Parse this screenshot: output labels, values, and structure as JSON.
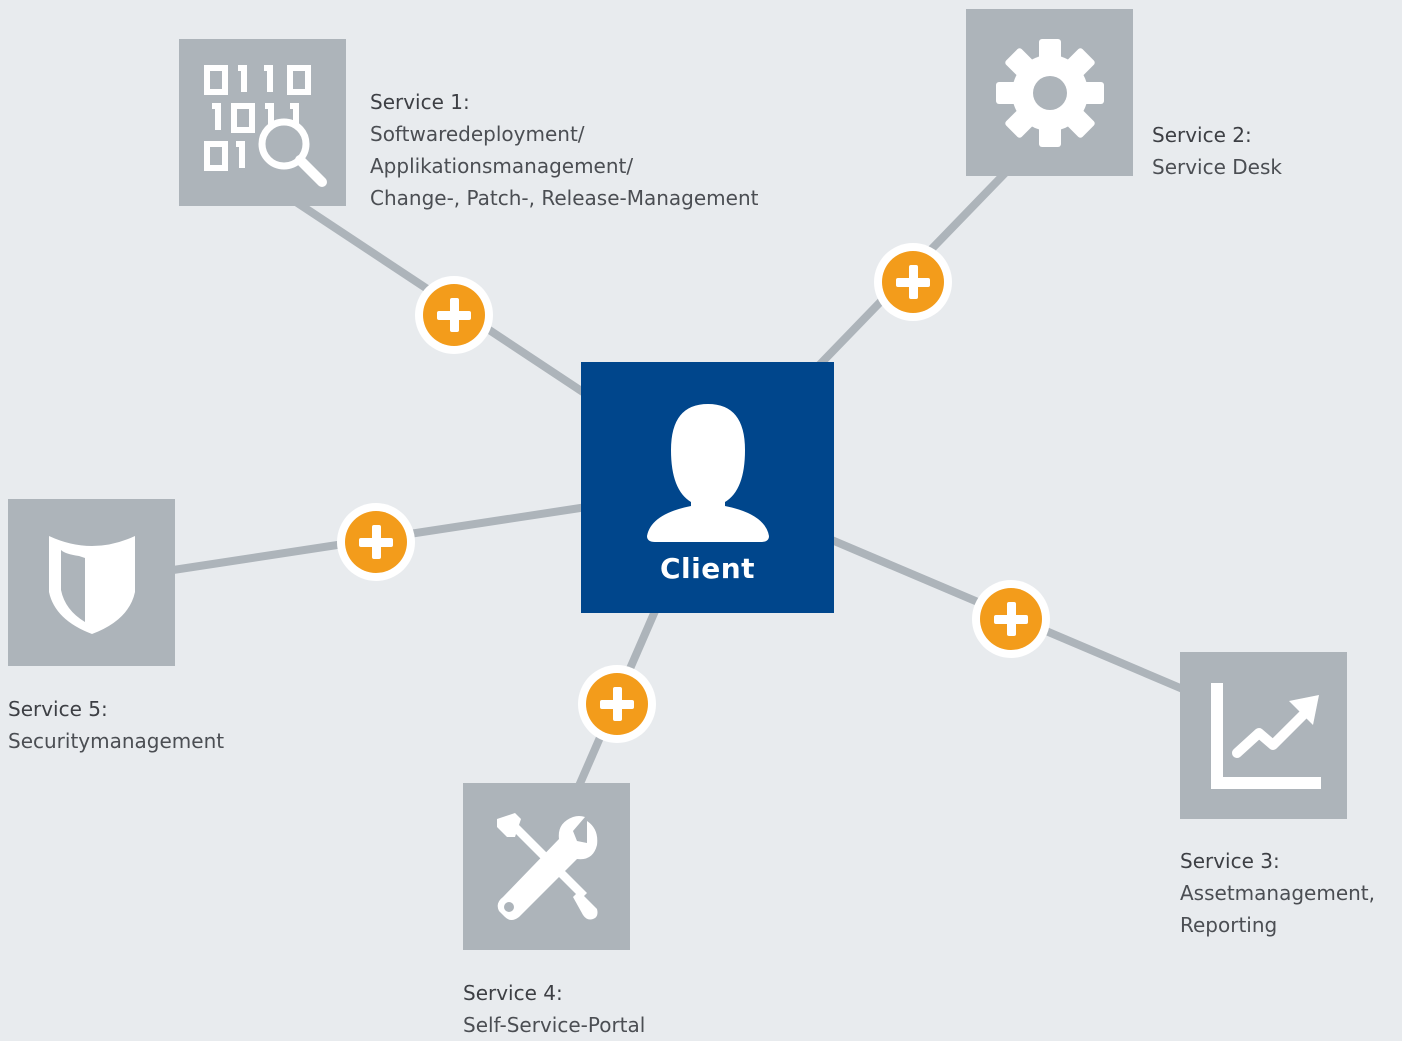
{
  "client": {
    "label": "Client"
  },
  "services": [
    {
      "title": "Service 1:",
      "lines": [
        "Softwaredeployment/",
        "Applikationsmanagement/",
        "Change-, Patch-, Release-Management"
      ],
      "icon": "binary-search-icon"
    },
    {
      "title": "Service 2:",
      "lines": [
        "Service Desk"
      ],
      "icon": "gear-icon"
    },
    {
      "title": "Service 3:",
      "lines": [
        "Assetmanagement,",
        "Reporting"
      ],
      "icon": "trend-chart-icon"
    },
    {
      "title": "Service 4:",
      "lines": [
        "Self-Service-Portal"
      ],
      "icon": "tools-icon"
    },
    {
      "title": "Service 5:",
      "lines": [
        "Securitymanagement"
      ],
      "icon": "shield-icon"
    }
  ],
  "colors": {
    "background": "#e8ebee",
    "service_box": "#adb4ba",
    "client_box": "#00468c",
    "plus": "#f39c1b",
    "connector": "#adb4ba"
  }
}
